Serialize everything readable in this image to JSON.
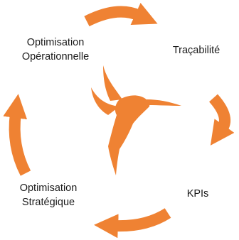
{
  "diagram": {
    "accent_color": "#EF8233",
    "center_icon": "hummingbird-icon",
    "arrow_icon": "curved-arrow-icon",
    "labels": {
      "optimisation_operationnelle": [
        "Optimisation",
        "Opérationnelle"
      ],
      "tracabilite": "Traçabilité",
      "kpis": "KPIs",
      "optimisation_strategique": [
        "Optimisation",
        "Stratégique"
      ]
    }
  }
}
